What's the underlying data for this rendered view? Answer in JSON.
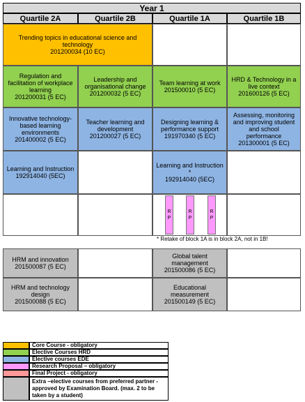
{
  "title": "Year 1",
  "headers": [
    "Quartile 2A",
    "Quartile 2B",
    "Quartile 1A",
    "Quartile 1B"
  ],
  "courses": {
    "trending": {
      "name": "Trending topics in educational science and technology",
      "code": "201200034 (10 EC)"
    },
    "regulation": {
      "name": "Regulation and facilitation of workplace learning",
      "code": "201200031 (5 EC)"
    },
    "leadership": {
      "name": "Leadership and organisational change",
      "code": "201200032 (5 EC)"
    },
    "teamlearning": {
      "name": "Team learning at work",
      "code": "201500010 (5 EC)"
    },
    "hrdtech": {
      "name": "HRD & Technology in a live context",
      "code": "201600126 (5 EC)"
    },
    "innovative": {
      "name": "Innovative technology-based learning environments",
      "code": "201400002 (5 EC)"
    },
    "teacher": {
      "name": "Teacher learning and development",
      "code": "201200027 (5 EC)"
    },
    "designing": {
      "name": "Designing learning & performance support",
      "code": "191970340 (5 EC)"
    },
    "assessing": {
      "name": "Assessing, monitoring and improving student and school performance",
      "code": "201300001 (5 EC)"
    },
    "learning2a": {
      "name": "Learning and Instruction",
      "code": "192914040 (5EC)"
    },
    "learning1a": {
      "name": "Learning and Instruction  *",
      "code": "192914040 (5EC)"
    },
    "hrminnov": {
      "name": "HRM and innovation",
      "code": "201500087 (5 EC)"
    },
    "globaltalent": {
      "name": "Global talent management",
      "code": "201500086 (5 EC)"
    },
    "hrmtech": {
      "name": "HRM and technology design",
      "code": "201500088 (5 EC)"
    },
    "edumeasure": {
      "name": "Educational measurement",
      "code": "201500149 (5 EC)"
    }
  },
  "rp": {
    "line1": "R",
    "line2": "P"
  },
  "note": "*  Retake of block 1A is in block 2A, not in 1B!",
  "legend": [
    {
      "label": "Core Course - obligatory",
      "color": "#ffc000"
    },
    {
      "label": "Elective Courses HRD",
      "color": "#92d050"
    },
    {
      "label": "Elective courses EDE",
      "color": "#8eb4e3"
    },
    {
      "label": "Research Proposal – obligatory",
      "color": "#ff99ff"
    },
    {
      "label": "Final Project - obligatory",
      "color": "#ff9999"
    },
    {
      "label": "Extra –elective courses from preferred partner - approved by Examination Board. (max. 2 to be taken by a student)",
      "color": "#c0c0c0"
    }
  ]
}
